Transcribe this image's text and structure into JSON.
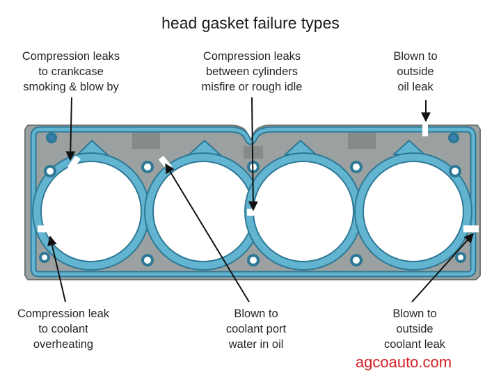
{
  "title": "head gasket failure types",
  "labels": {
    "top_left": [
      "Compression leaks",
      "to crankcase",
      "smoking & blow by"
    ],
    "top_center": [
      "Compression leaks",
      "between cylinders",
      "misfire or rough idle"
    ],
    "top_right": [
      "Blown to",
      "outside",
      "oil leak"
    ],
    "bottom_left": [
      "Compression leak",
      "to coolant",
      "overheating"
    ],
    "bottom_center": [
      "Blown to",
      "coolant port",
      "water in oil"
    ],
    "bottom_right": [
      "Blown to",
      "outside",
      "coolant leak"
    ]
  },
  "brand": "agcoauto.com",
  "colors": {
    "plate": "#9aa1a0",
    "plate_edge": "#6d7473",
    "seal_bead": "#62b4d0",
    "seal_edge": "#2d7895",
    "text": "#262626",
    "brand": "#d41f26"
  }
}
